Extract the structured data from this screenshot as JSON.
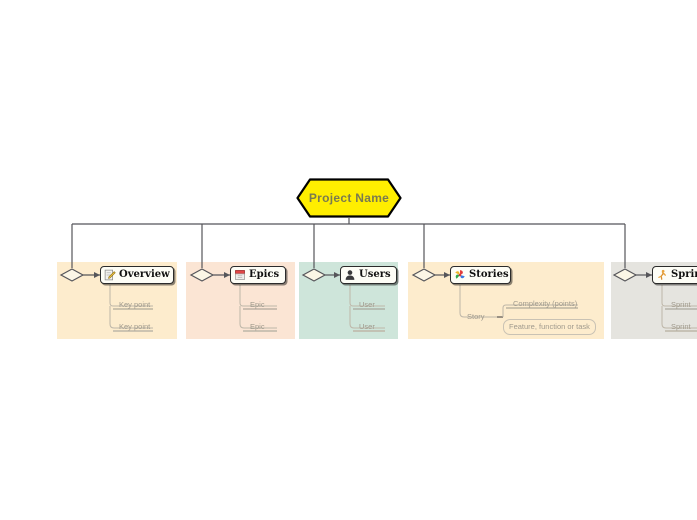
{
  "diagram": {
    "type": "project-mind-map",
    "root": {
      "label": "Project Name",
      "shape": "hexagon",
      "fill": "#ffee00",
      "stroke": "#000000",
      "text_color": "#7a7a50"
    },
    "branches": [
      {
        "id": "overview",
        "label": "Overview",
        "icon": "note-pencil-icon",
        "panel_color": "#fdeccd",
        "children": [
          {
            "label": "Key point",
            "style": "underline"
          },
          {
            "label": "Key point",
            "style": "underline"
          }
        ]
      },
      {
        "id": "epics",
        "label": "Epics",
        "icon": "red-calendar-icon",
        "panel_color": "#fbe5d4",
        "children": [
          {
            "label": "Epic",
            "style": "underline"
          },
          {
            "label": "Epic",
            "style": "underline"
          }
        ]
      },
      {
        "id": "users",
        "label": "Users",
        "icon": "person-icon",
        "panel_color": "#cee5da",
        "children": [
          {
            "label": "User",
            "style": "underline"
          },
          {
            "label": "User",
            "style": "underline"
          }
        ]
      },
      {
        "id": "stories",
        "label": "Stories",
        "icon": "color-pinwheel-icon",
        "panel_color": "#fdeccd",
        "children": [
          {
            "label": "Story",
            "style": "plain",
            "children": [
              {
                "label": "Complexity (points)",
                "style": "underline"
              },
              {
                "label": "Feature, function or task",
                "style": "rounded-box"
              }
            ]
          }
        ]
      },
      {
        "id": "sprint",
        "label": "Sprint",
        "icon": "runner-icon",
        "panel_color": "#e5e4df",
        "truncated": true,
        "children": [
          {
            "label": "Sprint",
            "style": "underline"
          },
          {
            "label": "Sprint",
            "style": "underline"
          }
        ]
      }
    ],
    "connector_color": "#55555a",
    "diamond_fill": "#fbf6e6"
  }
}
